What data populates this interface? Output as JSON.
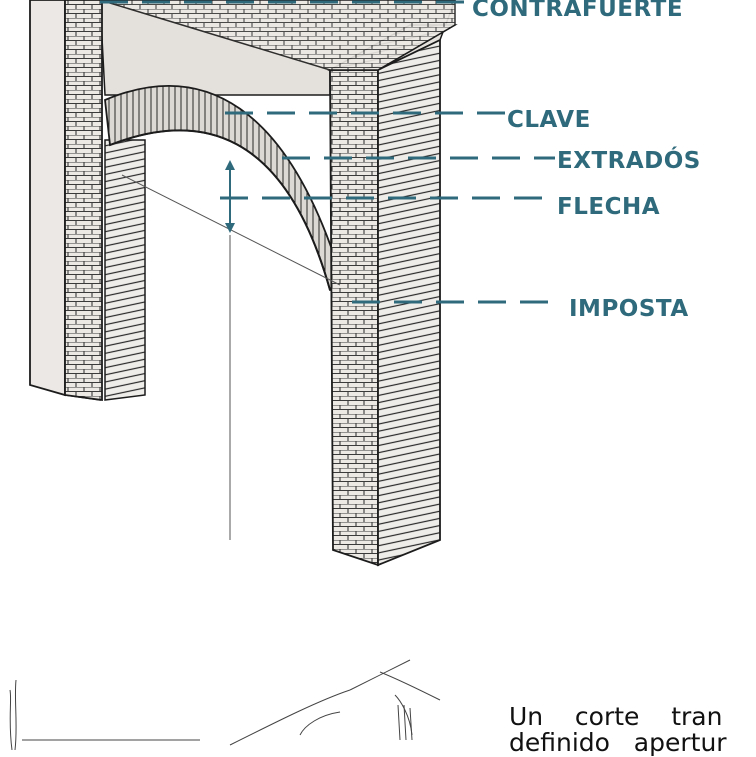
{
  "diagram": {
    "labels": {
      "contrafuerte": "CONTRAFUERTE",
      "clave": "CLAVE",
      "extrados": "EXTRADÓS",
      "flecha": "FLECHA",
      "imposta": "IMPOSTA"
    },
    "colors": {
      "label": "#2e6a7b",
      "wall": "#e7e3df",
      "wall_dark": "#cfc9c4",
      "ink": "#1c1c1c"
    }
  },
  "paragraph": {
    "line1": "Un    corte    tran",
    "line2": "definido   apertur"
  }
}
